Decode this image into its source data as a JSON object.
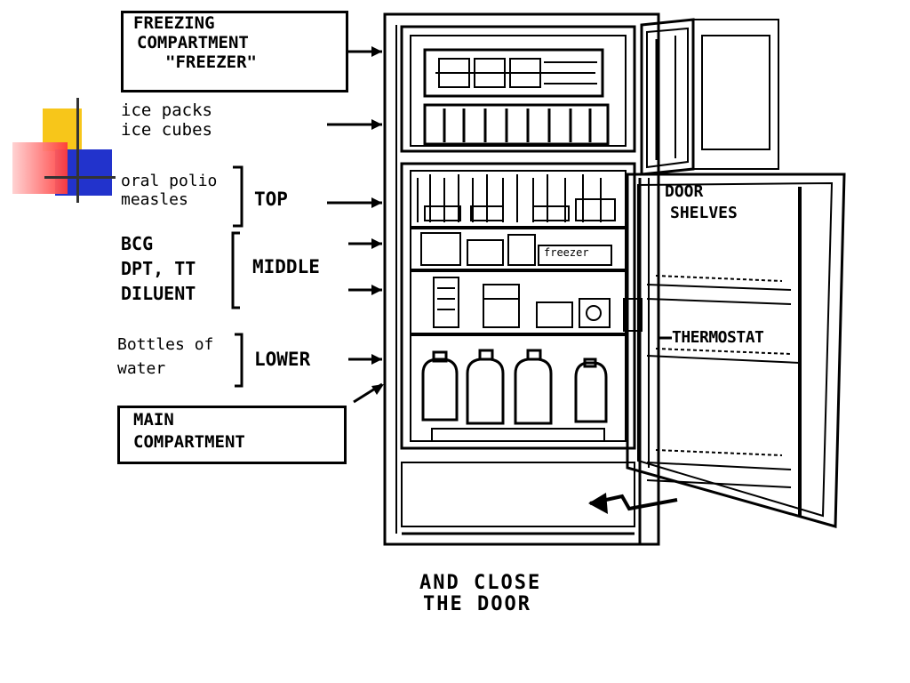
{
  "logo": {
    "colors": {
      "yellow": "#f7c61a",
      "red": "#ff4d4d",
      "blue": "#2233cc",
      "line": "#333333"
    }
  },
  "labels": {
    "freezer_box": {
      "line1": "FREEZING",
      "line2": "COMPARTMENT",
      "line3": "\"FREEZER\""
    },
    "freezer_items": {
      "line1": "ice packs",
      "line2": "ice cubes"
    },
    "top_items": {
      "line1": "oral polio",
      "line2": "measles"
    },
    "top_shelf": "TOP",
    "middle_items": {
      "line1": "BCG",
      "line2": "DPT, TT",
      "line3": "DILUENT"
    },
    "middle_shelf": "MIDDLE",
    "lower_items": {
      "line1": "Bottles of",
      "line2": "water"
    },
    "lower_shelf": "LOWER",
    "main_box": {
      "line1": "MAIN",
      "line2": "COMPARTMENT"
    },
    "door_shelves": {
      "line1": "DOOR",
      "line2": "SHELVES"
    },
    "thermostat": "THERMOSTAT",
    "shelf_tag": "freezer",
    "caption": {
      "line1": "AND CLOSE",
      "line2": "THE DOOR"
    }
  }
}
